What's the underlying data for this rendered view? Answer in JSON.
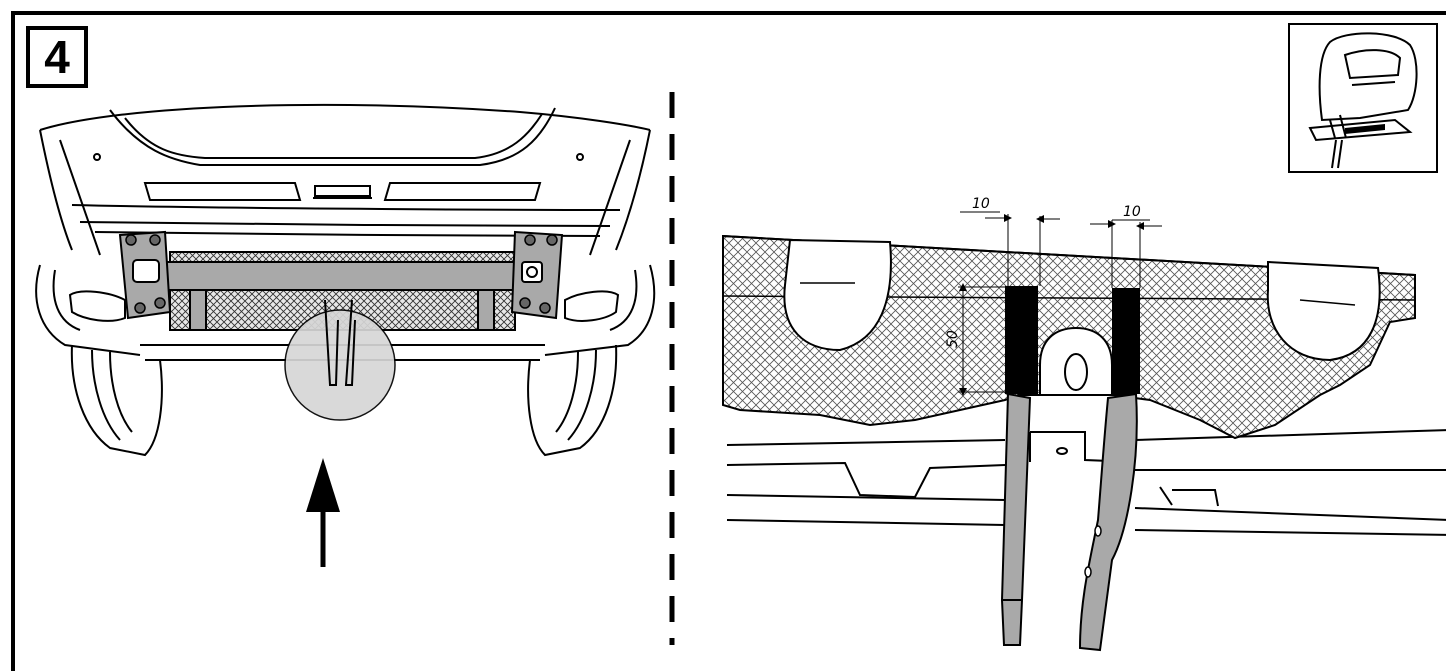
{
  "step": {
    "number": "4"
  },
  "dimensions": {
    "cut_width_left": "10",
    "cut_width_right": "10",
    "cut_depth": "50"
  },
  "tool_icon": {
    "name": "jigsaw-icon"
  },
  "colors": {
    "line": "#000000",
    "highlight_fill": "#d6d6d6",
    "bracket_fill": "#a9a9a9",
    "cut_fill": "#000000",
    "hatch": "#444444"
  }
}
